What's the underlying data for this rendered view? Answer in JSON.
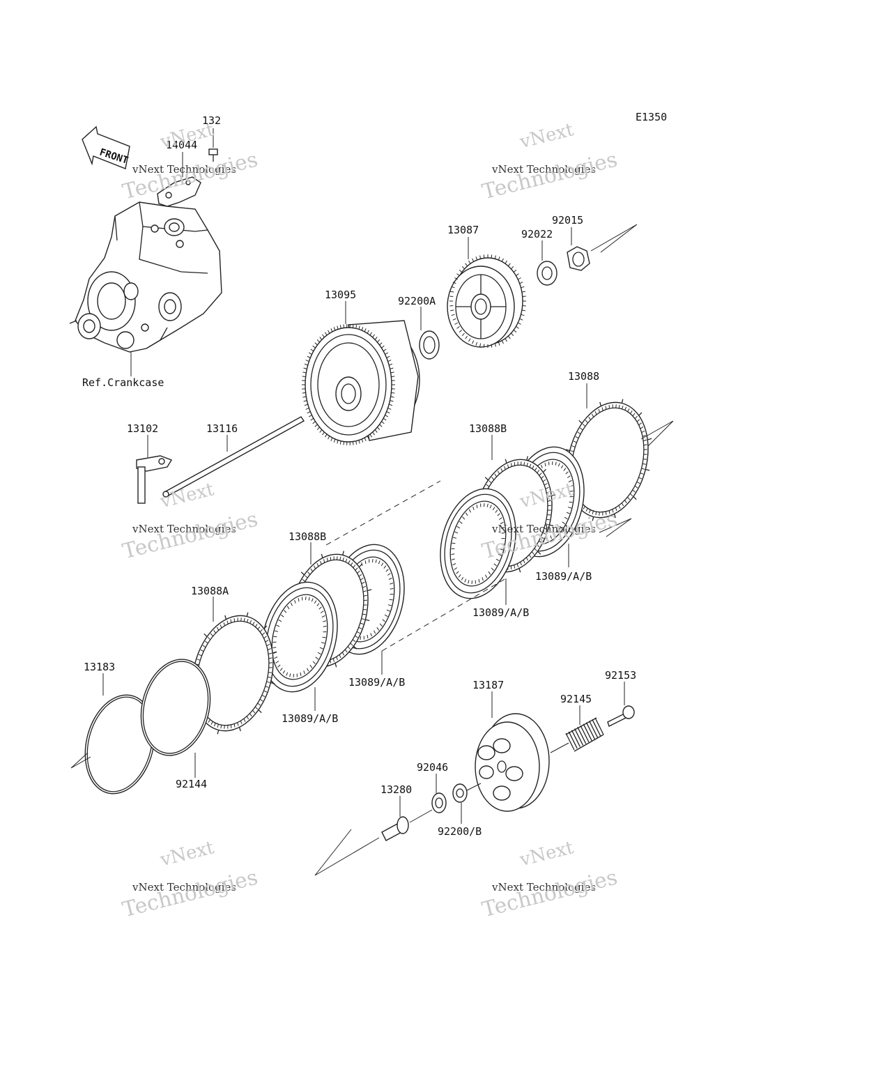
{
  "diagram": {
    "code": "E1350",
    "front_label": "FRONT",
    "ref_label": "Ref.Crankcase",
    "parts": [
      {
        "id": "p132",
        "label": "132"
      },
      {
        "id": "p14044",
        "label": "14044"
      },
      {
        "id": "p13087",
        "label": "13087"
      },
      {
        "id": "p92022",
        "label": "92022"
      },
      {
        "id": "p92015",
        "label": "92015"
      },
      {
        "id": "p13095",
        "label": "13095"
      },
      {
        "id": "p92200a",
        "label": "92200A"
      },
      {
        "id": "p13088",
        "label": "13088"
      },
      {
        "id": "p13102",
        "label": "13102"
      },
      {
        "id": "p13116",
        "label": "13116"
      },
      {
        "id": "p13088b1",
        "label": "13088B"
      },
      {
        "id": "p13089ab1",
        "label": "13089/A/B"
      },
      {
        "id": "p13089ab2",
        "label": "13089/A/B"
      },
      {
        "id": "p13088b2",
        "label": "13088B"
      },
      {
        "id": "p13088a",
        "label": "13088A"
      },
      {
        "id": "p13089ab3",
        "label": "13089/A/B"
      },
      {
        "id": "p13089ab4",
        "label": "13089/A/B"
      },
      {
        "id": "p13183",
        "label": "13183"
      },
      {
        "id": "p92144",
        "label": "92144"
      },
      {
        "id": "p13187",
        "label": "13187"
      },
      {
        "id": "p92153",
        "label": "92153"
      },
      {
        "id": "p92145",
        "label": "92145"
      },
      {
        "id": "p92046",
        "label": "92046"
      },
      {
        "id": "p13280",
        "label": "13280"
      },
      {
        "id": "p92200b",
        "label": "92200/B"
      }
    ]
  },
  "watermarks": [
    {
      "brand": "vNext",
      "line": "vNext Technologies",
      "big": "Technologies"
    },
    {
      "brand": "vNext",
      "line": "vNext Technologies",
      "big": "Technologies"
    },
    {
      "brand": "vNext",
      "line": "vNext Technologies",
      "big": "Technologies"
    },
    {
      "brand": "vNext",
      "line": "vNext Technologies",
      "big": "Technologies"
    },
    {
      "brand": "vNext",
      "line": "vNext Technologies",
      "big": "Technologies"
    },
    {
      "brand": "vNext",
      "line": "vNext Technologies",
      "big": "Technologies"
    }
  ]
}
